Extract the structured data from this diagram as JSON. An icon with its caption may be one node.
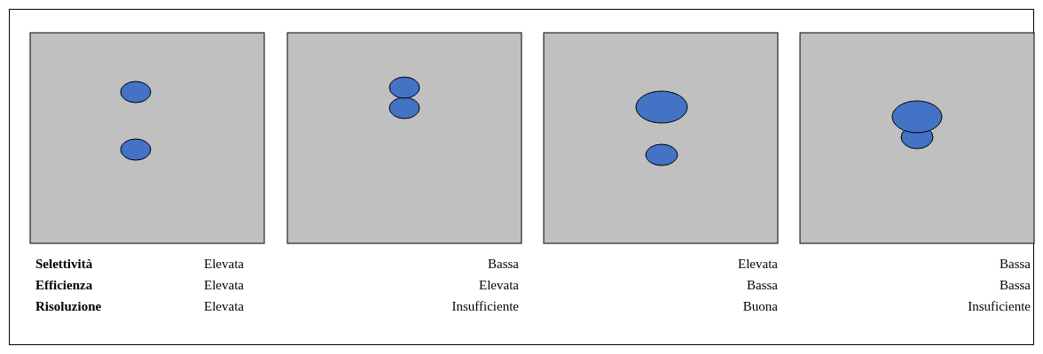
{
  "diagram": {
    "labels": [
      "Selettività",
      "Elevata",
      "Bassa",
      "Elevata",
      "Bassa",
      "Efficienza",
      "Elevata",
      "Elevata",
      "Bassa",
      "Bassa",
      "Risoluzione",
      "Elevata",
      "Insufficiente",
      "Buona",
      "Insuficiente"
    ]
  }
}
